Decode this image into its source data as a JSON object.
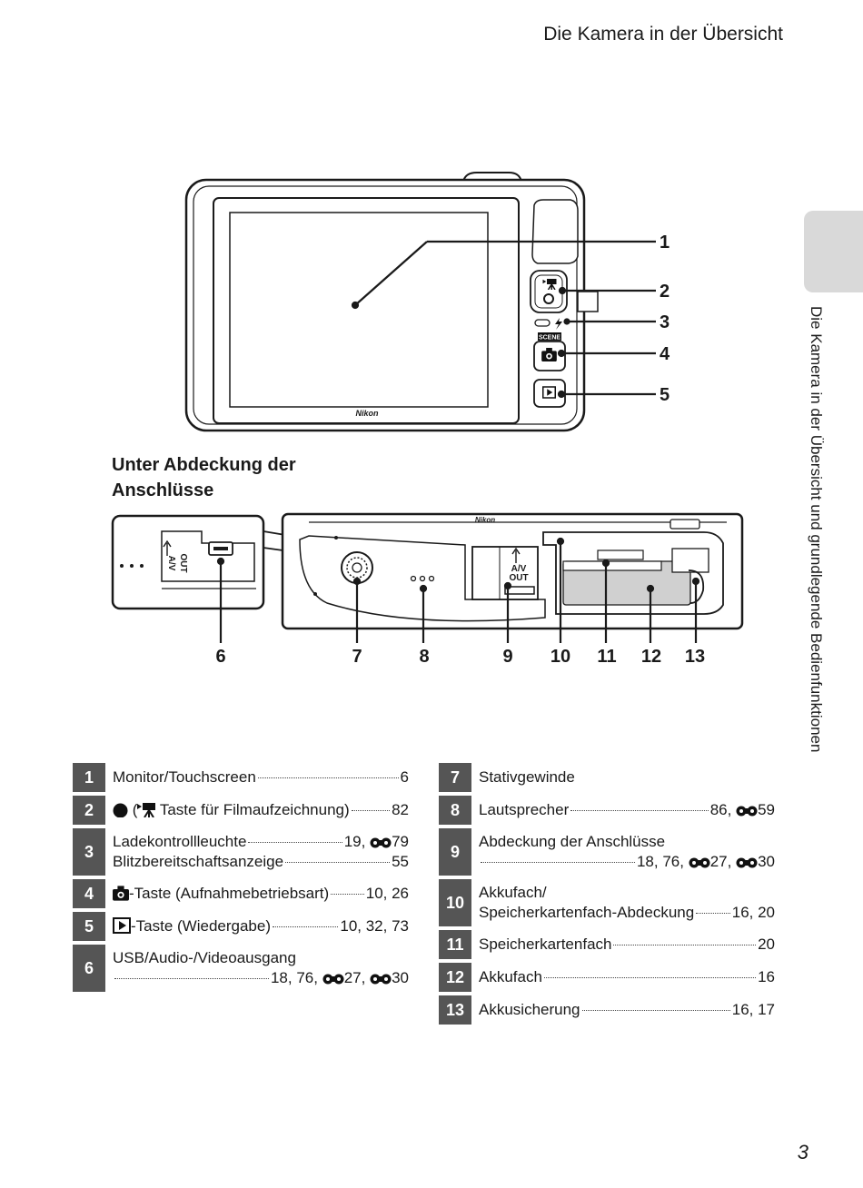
{
  "header": {
    "title": "Die Kamera in der Übersicht"
  },
  "side_tab": {
    "label": "Die Kamera in der Übersicht und grundlegende Bedienfunktionen"
  },
  "page_number": "3",
  "section": {
    "heading_line1": "Unter Abdeckung der",
    "heading_line2": "Anschlüsse"
  },
  "diagram_top": {
    "brand": "Nikon",
    "scene_label": "SCENE",
    "callouts": [
      "1",
      "2",
      "3",
      "4",
      "5"
    ]
  },
  "diagram_bottom": {
    "brand": "Nikon",
    "av_label_top": "A/V",
    "av_label_bottom": "OUT",
    "callouts": [
      "6",
      "7",
      "8",
      "9",
      "10",
      "11",
      "12",
      "13"
    ]
  },
  "legend_left": [
    {
      "num": "1",
      "label": "Monitor/Touchscreen",
      "pages": "6"
    },
    {
      "num": "2",
      "label_prefix": "(",
      "label": "Taste für Filmaufzeichnung)",
      "pages": "82",
      "icon_circle": true,
      "icon_movie": true
    },
    {
      "num": "3",
      "label": "Ladekontrollleuchte",
      "pages_pre": "19,",
      "pages_ref": "79",
      "label2": "Blitzbereitschaftsanzeige",
      "pages2": "55"
    },
    {
      "num": "4",
      "label": "-Taste (Aufnahmebetriebsart)",
      "pages": "10, 26",
      "icon_camera": true
    },
    {
      "num": "5",
      "label": "-Taste (Wiedergabe)",
      "pages": "10, 32, 73",
      "icon_play": true
    },
    {
      "num": "6",
      "label": "USB/Audio-/Videoausgang",
      "pages2_pre": "18, 76,",
      "pages2_ref1": "27,",
      "pages2_ref2": "30"
    }
  ],
  "legend_right": [
    {
      "num": "7",
      "label": "Stativgewinde"
    },
    {
      "num": "8",
      "label": "Lautsprecher",
      "pages_pre": "86,",
      "pages_ref": "59"
    },
    {
      "num": "9",
      "label": "Abdeckung der Anschlüsse",
      "pages2_pre": "18, 76,",
      "pages2_ref1": "27,",
      "pages2_ref2": "30"
    },
    {
      "num": "10",
      "label": "Akkufach/",
      "label2": "Speicherkartenfach-Abdeckung",
      "pages2": "16, 20"
    },
    {
      "num": "11",
      "label": "Speicherkartenfach",
      "pages": "20"
    },
    {
      "num": "12",
      "label": "Akkufach",
      "pages": "16"
    },
    {
      "num": "13",
      "label": "Akkusicherung",
      "pages": "16, 17"
    }
  ],
  "colors": {
    "legend_bg": "#555555",
    "tab_bg": "#d9d9d9",
    "battery_fill": "#d0d0d0"
  },
  "icons": [
    "movie-record-icon",
    "flash-icon",
    "camera-icon",
    "play-icon",
    "usb-icon",
    "reference-binocular-icon",
    "tripod-socket-icon"
  ]
}
